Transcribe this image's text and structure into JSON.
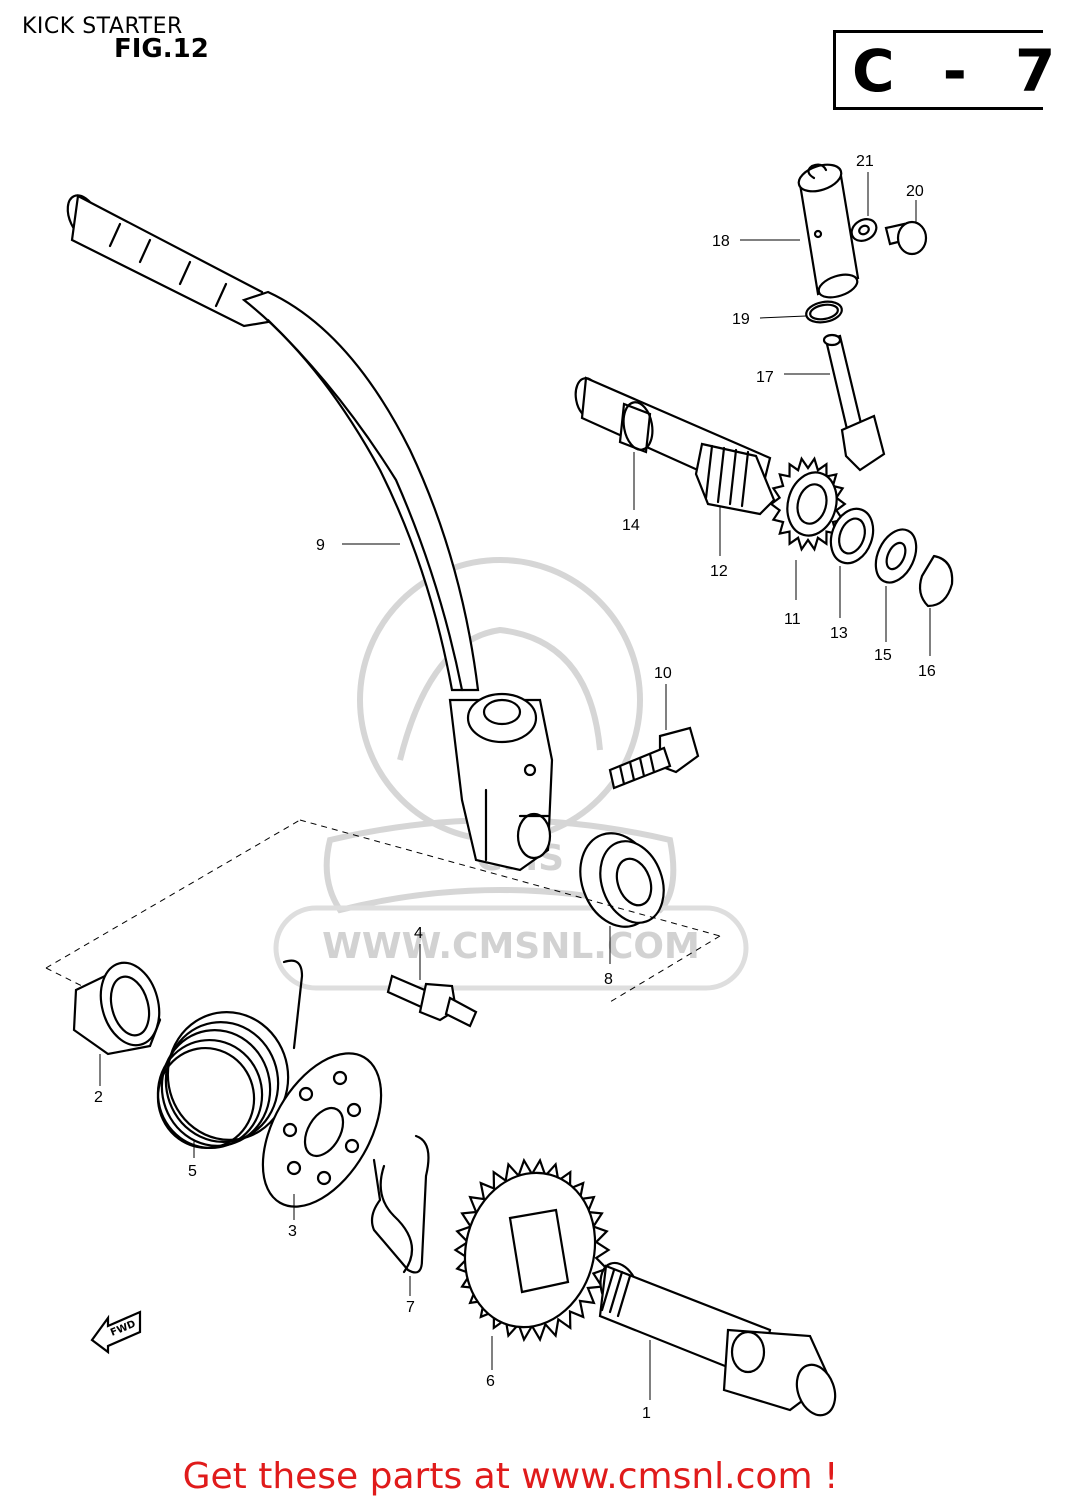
{
  "header": {
    "title": "KICK STARTER",
    "figure": "FIG.12",
    "section_code": "C - 7"
  },
  "watermark": {
    "url": "WWW.CMSNL.COM",
    "logo": "CMS"
  },
  "callouts": {
    "p1": "1",
    "p2": "2",
    "p3": "3",
    "p4": "4",
    "p5": "5",
    "p6": "6",
    "p7": "7",
    "p8": "8",
    "p9": "9",
    "p10": "10",
    "p11": "11",
    "p12": "12",
    "p13": "13",
    "p14": "14",
    "p15": "15",
    "p16": "16",
    "p17": "17",
    "p18": "18",
    "p19": "19",
    "p20": "20",
    "p21": "21"
  },
  "fwd_label": "FWD",
  "footer": "Get these parts at www.cmsnl.com !",
  "colors": {
    "footer": "#e01b1b",
    "ink": "#000000",
    "watermark": "#d2d2d2"
  }
}
